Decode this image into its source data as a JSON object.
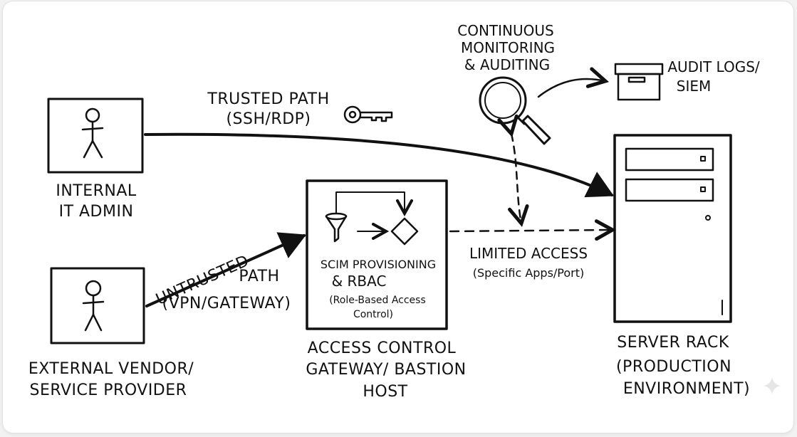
{
  "actors": {
    "internal": {
      "line1": "INTERNAL",
      "line2": "IT ADMIN"
    },
    "external": {
      "line1": "EXTERNAL VENDOR/",
      "line2": "SERVICE PROVIDER"
    }
  },
  "gateway": {
    "inner_line1": "SCIM PROVISIONING",
    "inner_line2": "& RBAC",
    "inner_line3": "(Role-Based Access",
    "inner_line4": "Control)",
    "title_line1": "ACCESS CONTROL",
    "title_line2": "GATEWAY/ BASTION",
    "title_line3": "HOST"
  },
  "paths": {
    "trusted_line1": "TRUSTED PATH",
    "trusted_line2": "(SSH/RDP)",
    "untrusted_line1": "UNTRUSTED",
    "untrusted_line2": "PATH",
    "untrusted_line3": "(VPN/GATEWAY)",
    "limited_line1": "LIMITED ACCESS",
    "limited_line2": "(Specific Apps/Port)"
  },
  "monitoring": {
    "line1": "CONTINUOUS",
    "line2": "MONITORING",
    "line3": "& AUDITING"
  },
  "audit": {
    "line1": "AUDIT LOGS/",
    "line2": "SIEM"
  },
  "server": {
    "line1": "SERVER RACK",
    "line2": "(PRODUCTION",
    "line3": "ENVIRONMENT)"
  }
}
